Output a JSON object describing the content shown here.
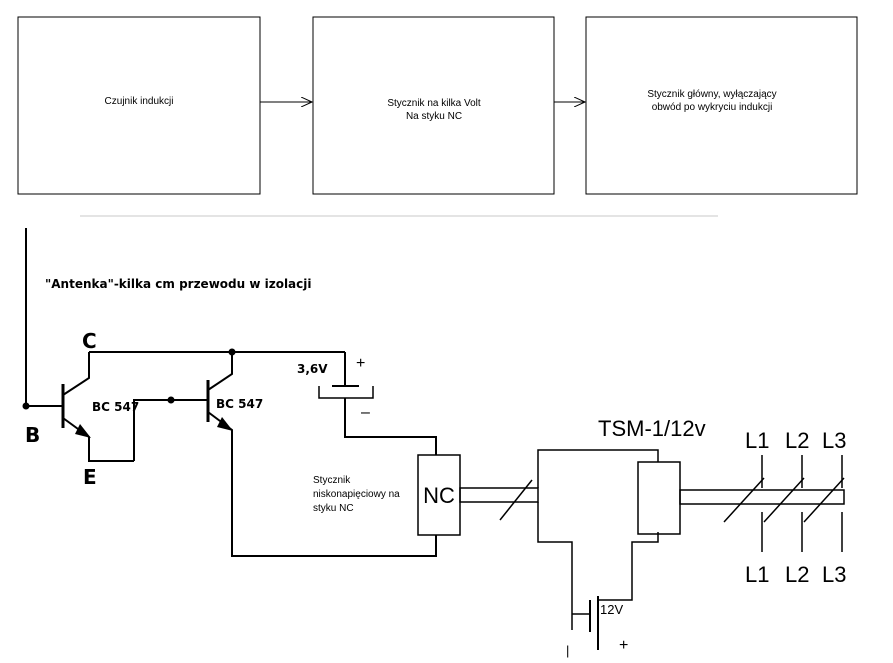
{
  "blocks": [
    {
      "lines": [
        "Czujnik indukcji"
      ]
    },
    {
      "lines": [
        "Stycznik na kilka Volt",
        "Na styku NC"
      ]
    },
    {
      "lines": [
        "Stycznik główny, wyłączający",
        "obwód po wykryciu indukcji"
      ]
    }
  ],
  "schematic": {
    "antenna_label": "\"Antenka\"-kilka cm przewodu w izolacji",
    "collector_label": "C",
    "base_label": "B",
    "emitter_label": "E",
    "transistor1": "BC 547",
    "transistor2": "BC 547",
    "battery_voltage": "3,6V",
    "battery_plus": "+",
    "battery_minus": "–",
    "relay_label": "NC",
    "relay_caption": [
      "Stycznik",
      "niskonapięciowy na",
      "styku NC"
    ],
    "contactor_label": "TSM-1/12v",
    "supply_voltage": "12V",
    "supply_plus": "+",
    "supply_minus": "|",
    "phases_top": [
      "L1",
      "L2",
      "L3"
    ],
    "phases_bottom": [
      "L1",
      "L2",
      "L3"
    ]
  }
}
